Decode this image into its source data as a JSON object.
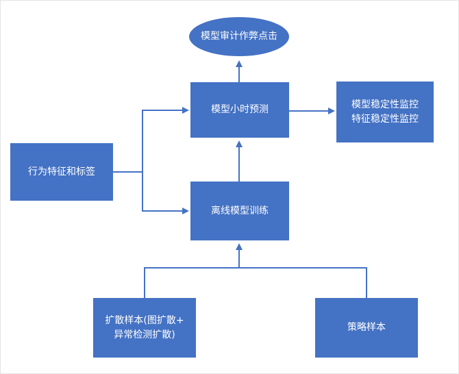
{
  "diagram": {
    "nodes": {
      "audit": {
        "label": "模型审计作弊点击"
      },
      "hour_prediction": {
        "label": "模型小时预测"
      },
      "stability": {
        "line1": "模型稳定性监控",
        "line2": "特征稳定性监控"
      },
      "behavior": {
        "label": "行为特征和标签"
      },
      "offline_training": {
        "label": "离线模型训练"
      },
      "diffusion_samples": {
        "line1": "扩散样本(图扩散+",
        "line2": "异常检测扩散)"
      },
      "strategy_samples": {
        "label": "策略样本"
      }
    },
    "colors": {
      "node_fill": "#4472C4",
      "arrow": "#4472C4",
      "text": "#FFFFFF"
    }
  }
}
